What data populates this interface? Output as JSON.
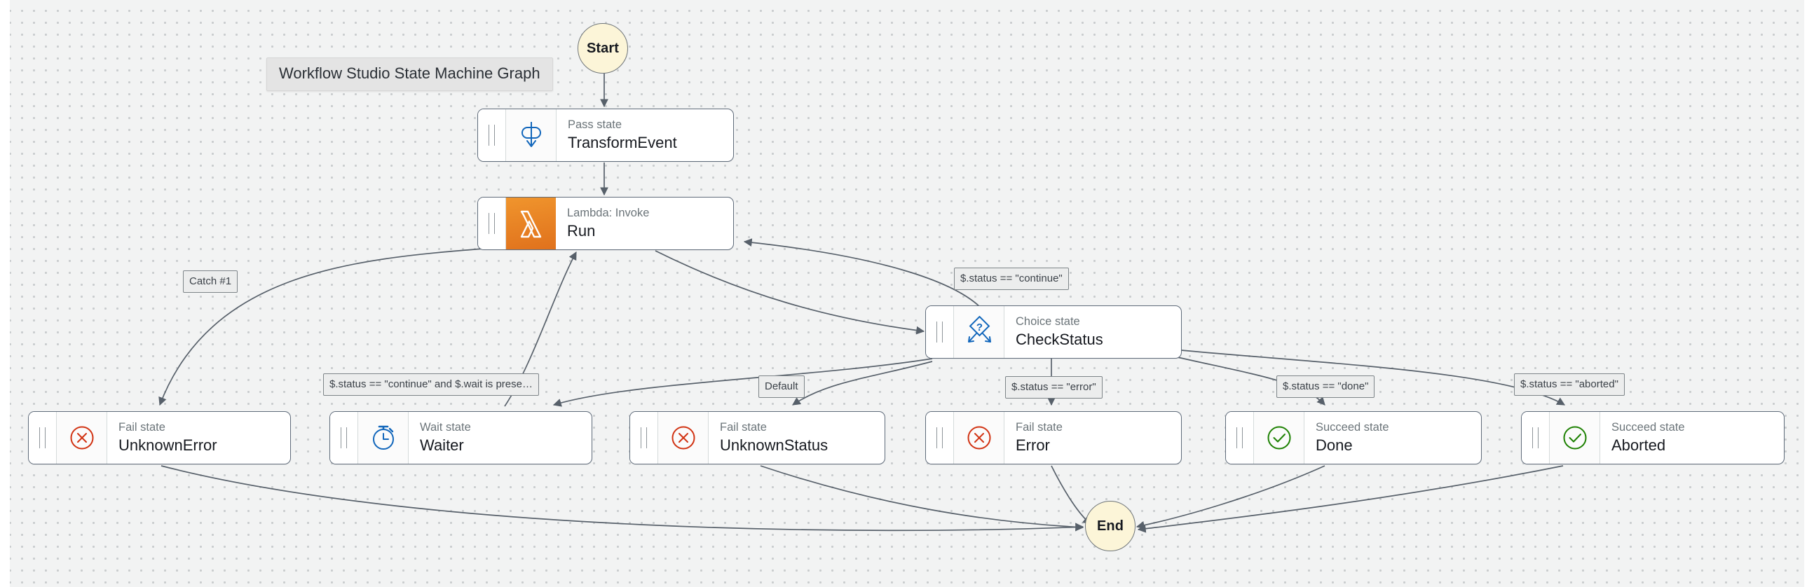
{
  "canvas": {
    "title_chip": "Workflow Studio State Machine Graph",
    "background_color": "#f2f3f3",
    "dot_color": "#c9ccce"
  },
  "terminals": [
    {
      "id": "start",
      "label": "Start",
      "color": "#fcf5d8"
    },
    {
      "id": "end",
      "label": "End",
      "color": "#fcf5d8"
    }
  ],
  "nodes": [
    {
      "id": "transform-event",
      "kind": "Pass state",
      "name": "TransformEvent",
      "icon": "pass-state-icon",
      "accent": "#1166bb"
    },
    {
      "id": "run",
      "kind": "Lambda: Invoke",
      "name": "Run",
      "icon": "aws-lambda-icon",
      "accent": "#e0711c"
    },
    {
      "id": "check-status",
      "kind": "Choice state",
      "name": "CheckStatus",
      "icon": "choice-state-icon",
      "accent": "#1166bb"
    },
    {
      "id": "unknown-error",
      "kind": "Fail state",
      "name": "UnknownError",
      "icon": "fail-state-icon",
      "accent": "#d13212"
    },
    {
      "id": "waiter",
      "kind": "Wait state",
      "name": "Waiter",
      "icon": "wait-state-icon",
      "accent": "#1166bb"
    },
    {
      "id": "unknown-status",
      "kind": "Fail state",
      "name": "UnknownStatus",
      "icon": "fail-state-icon",
      "accent": "#d13212"
    },
    {
      "id": "error",
      "kind": "Fail state",
      "name": "Error",
      "icon": "fail-state-icon",
      "accent": "#d13212"
    },
    {
      "id": "done",
      "kind": "Succeed state",
      "name": "Done",
      "icon": "succeed-state-icon",
      "accent": "#1d8102"
    },
    {
      "id": "aborted",
      "kind": "Succeed state",
      "name": "Aborted",
      "icon": "succeed-state-icon",
      "accent": "#1d8102"
    }
  ],
  "edge_labels": [
    {
      "id": "catch-1",
      "text": "Catch #1"
    },
    {
      "id": "continue-top",
      "text": "$.status == \"continue\""
    },
    {
      "id": "continue-wait",
      "text": "$.status == \"continue\" and $.wait is prese…"
    },
    {
      "id": "default",
      "text": "Default"
    },
    {
      "id": "error-cond",
      "text": "$.status == \"error\""
    },
    {
      "id": "done-cond",
      "text": "$.status == \"done\""
    },
    {
      "id": "aborted-cond",
      "text": "$.status == \"aborted\""
    }
  ]
}
